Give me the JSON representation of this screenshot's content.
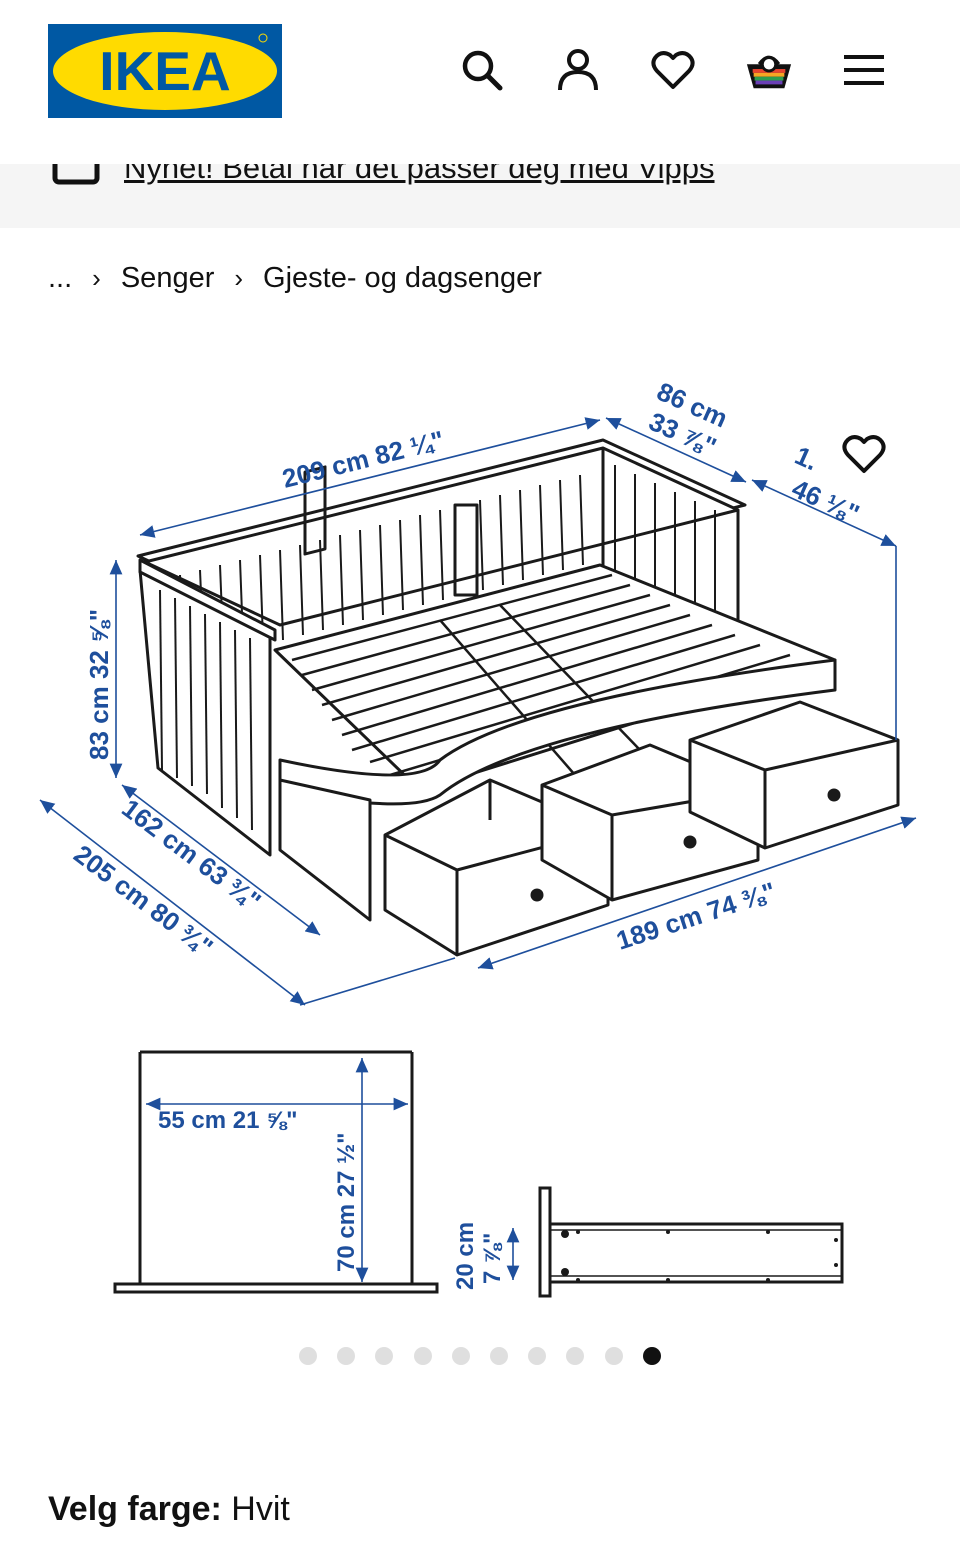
{
  "brand": {
    "name": "IKEA",
    "colors": {
      "blue": "#0058a3",
      "yellow": "#ffdb00"
    }
  },
  "header": {
    "icons": [
      "search-icon",
      "user-icon",
      "heart-icon",
      "basket-icon",
      "menu-icon"
    ]
  },
  "banner": {
    "text": "Nyhet! Betal når det passer deg med Vipps"
  },
  "breadcrumb": {
    "ellipsis": "...",
    "items": [
      "Senger",
      "Gjeste- og dagsenger"
    ]
  },
  "dimensions": {
    "length_top": "209 cm 82 ¼\"",
    "depth_top_cm": "86 cm",
    "depth_top_in": "33 ⅞\"",
    "side_cm": "1.",
    "side_in": "46 ⅛\"",
    "height": "83 cm 32 ⅝\"",
    "width_162": "162 cm 63 ¾\"",
    "width_205": "205 cm 80 ¾\"",
    "length_189": "189 cm 74 ⅜\"",
    "headboard_width": "55 cm 21 ⅝\"",
    "headboard_height": "70 cm 27 ½\"",
    "drawer_cm": "20 cm",
    "drawer_in": "7 ⅞\""
  },
  "carousel": {
    "count": 10,
    "active_index": 9
  },
  "color_select": {
    "label": "Velg farge:",
    "value": "Hvit"
  }
}
